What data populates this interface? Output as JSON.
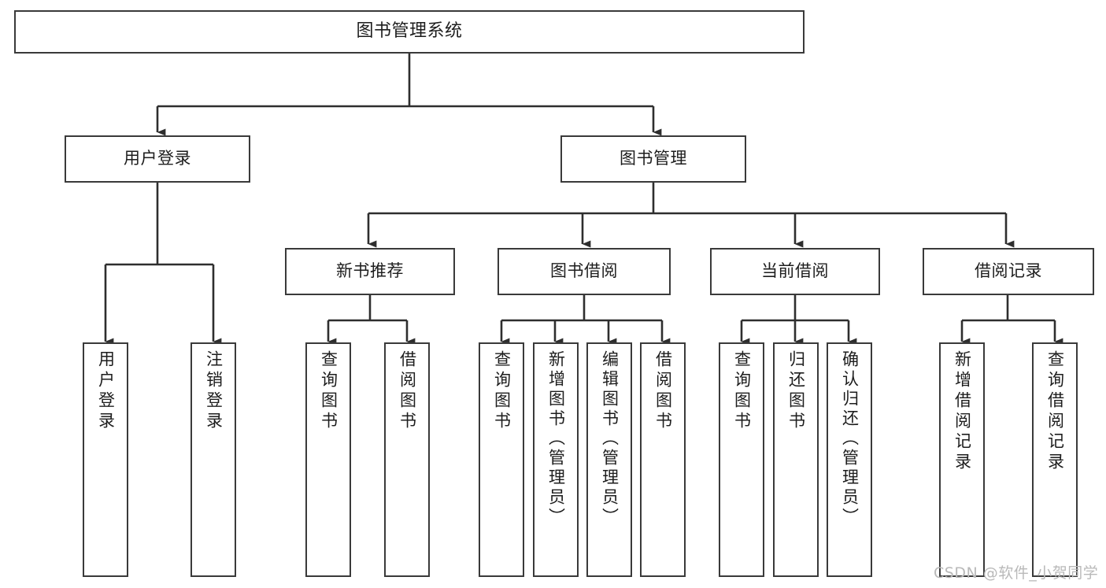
{
  "diagram": {
    "title": "图书管理系统",
    "type": "tree",
    "watermark": "CSDN @软件_小贺同学",
    "colors": {
      "box_border": "#3a3a3a",
      "box_fill": "#ffffff",
      "connector": "#2e2e2e",
      "text": "#1d1d1d",
      "watermark": "#b9b9b9"
    },
    "nodes": {
      "root": {
        "label": "图书管理系统"
      },
      "level1": [
        {
          "id": "user-login",
          "label": "用户登录"
        },
        {
          "id": "book-manage",
          "label": "图书管理"
        }
      ],
      "level2": [
        {
          "id": "new-book-rec",
          "label": "新书推荐"
        },
        {
          "id": "book-borrow",
          "label": "图书借阅"
        },
        {
          "id": "current-borrow",
          "label": "当前借阅"
        },
        {
          "id": "borrow-record",
          "label": "借阅记录"
        }
      ],
      "leaves": {
        "user-login": [
          {
            "id": "leaf-user-login",
            "label": "用户登录"
          },
          {
            "id": "leaf-logout",
            "label": "注销登录"
          }
        ],
        "new-book-rec": [
          {
            "id": "leaf-query-book-1",
            "label": "查询图书"
          },
          {
            "id": "leaf-borrow-book-1",
            "label": "借阅图书"
          }
        ],
        "book-borrow": [
          {
            "id": "leaf-query-book-2",
            "label": "查询图书"
          },
          {
            "id": "leaf-add-book",
            "label": "新增图书（管理员）"
          },
          {
            "id": "leaf-edit-book",
            "label": "编辑图书（管理员）"
          },
          {
            "id": "leaf-borrow-book-2",
            "label": "借阅图书"
          }
        ],
        "current-borrow": [
          {
            "id": "leaf-query-book-3",
            "label": "查询图书"
          },
          {
            "id": "leaf-return-book",
            "label": "归还图书"
          },
          {
            "id": "leaf-confirm-return",
            "label": "确认归还（管理员）"
          }
        ],
        "borrow-record": [
          {
            "id": "leaf-add-record",
            "label": "新增借阅记录"
          },
          {
            "id": "leaf-query-record",
            "label": "查询借阅记录"
          }
        ]
      }
    }
  }
}
